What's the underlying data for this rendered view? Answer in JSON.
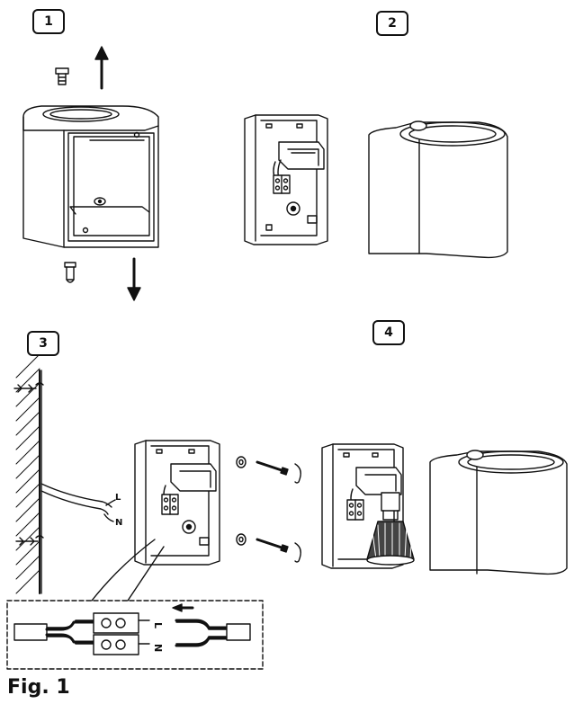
{
  "steps": [
    {
      "number": "1"
    },
    {
      "number": "2"
    },
    {
      "number": "3"
    },
    {
      "number": "4"
    }
  ],
  "wire_labels": {
    "live": "L",
    "neutral": "N"
  },
  "terminal_labels": {
    "live": "L",
    "neutral": "N"
  },
  "figure_caption": "Fig. 1",
  "colors": {
    "line": "#111111",
    "background": "#ffffff",
    "shade": "#444444"
  }
}
